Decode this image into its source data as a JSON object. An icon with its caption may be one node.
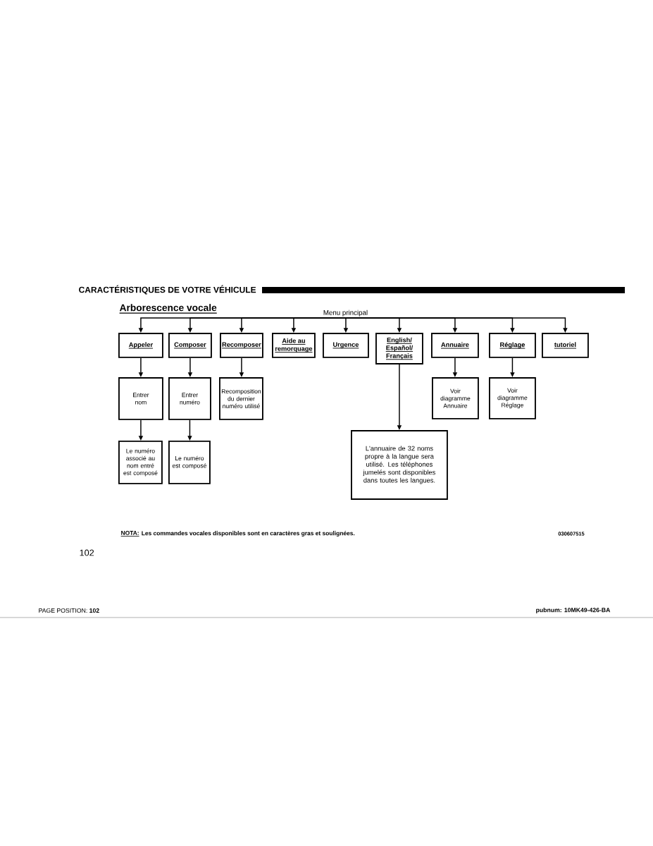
{
  "diagram": {
    "title": "Arborescence vocale",
    "nodes": [
      {
        "text": [
          "Menu principal"
        ]
      },
      {
        "text": [
          "Appeler"
        ]
      },
      {
        "text": [
          "Composer"
        ]
      },
      {
        "text": [
          "Recomposer"
        ]
      },
      {
        "text": [
          "Aide au remorquage"
        ]
      },
      {
        "text": [
          "Urgence"
        ]
      },
      {
        "text": [
          "English/ Español/ Français"
        ]
      },
      {
        "text": [
          "Annuaire"
        ]
      },
      {
        "text": [
          "Réglage"
        ]
      },
      {
        "text": [
          "tutoriel"
        ]
      },
      {
        "text": [
          "Entrer nom"
        ]
      },
      {
        "text": [
          "Entrer numéro"
        ]
      },
      {
        "text": [
          "Recomposition du dernier numéro utilisé"
        ]
      },
      {
        "text": [
          "Voir diagramme Annuaire"
        ]
      },
      {
        "text": [
          "Voir diagramme Réglage"
        ]
      },
      {
        "text": [
          "Le numéro associé au nom entré est composé"
        ]
      },
      {
        "text": [
          "Le numéro est composé"
        ]
      },
      {
        "text": [
          "L'annuaire de 32 noms propre à la langue sera utilisé. Les téléphones jumelés sont disponibles dans toutes les langues."
        ]
      }
    ],
    "edges": [
      {
        "from": 0,
        "to": 1,
        "arrow": "to"
      },
      {
        "from": 0,
        "to": 2,
        "arrow": "to"
      },
      {
        "from": 0,
        "to": 3,
        "arrow": "to"
      },
      {
        "from": 0,
        "to": 4,
        "arrow": "to"
      },
      {
        "from": 0,
        "to": 5,
        "arrow": "to"
      },
      {
        "from": 0,
        "to": 6,
        "arrow": "to"
      },
      {
        "from": 0,
        "to": 7,
        "arrow": "to"
      },
      {
        "from": 0,
        "to": 8,
        "arrow": "to"
      },
      {
        "from": 0,
        "to": 9,
        "arrow": "to"
      },
      {
        "from": 1,
        "to": 10,
        "arrow": "to"
      },
      {
        "from": 2,
        "to": 11,
        "arrow": "to"
      },
      {
        "from": 3,
        "to": 12,
        "arrow": "to"
      },
      {
        "from": 6,
        "to": 17,
        "arrow": "to"
      },
      {
        "from": 7,
        "to": 13,
        "arrow": "to"
      },
      {
        "from": 8,
        "to": 14,
        "arrow": "to"
      },
      {
        "from": 10,
        "to": 15,
        "arrow": "to"
      },
      {
        "from": 11,
        "to": 16,
        "arrow": "to"
      }
    ],
    "labels": [
      "CARACTÉRISTIQUES DE VOTRE VÉHICULE",
      "NOTA:",
      "Les commandes vocales disponibles sont en caractères gras et soulignées.",
      "030607515",
      "102",
      "PAGE POSITION: **102**",
      "pubnum: 10MK49-426-BA"
    ]
  }
}
